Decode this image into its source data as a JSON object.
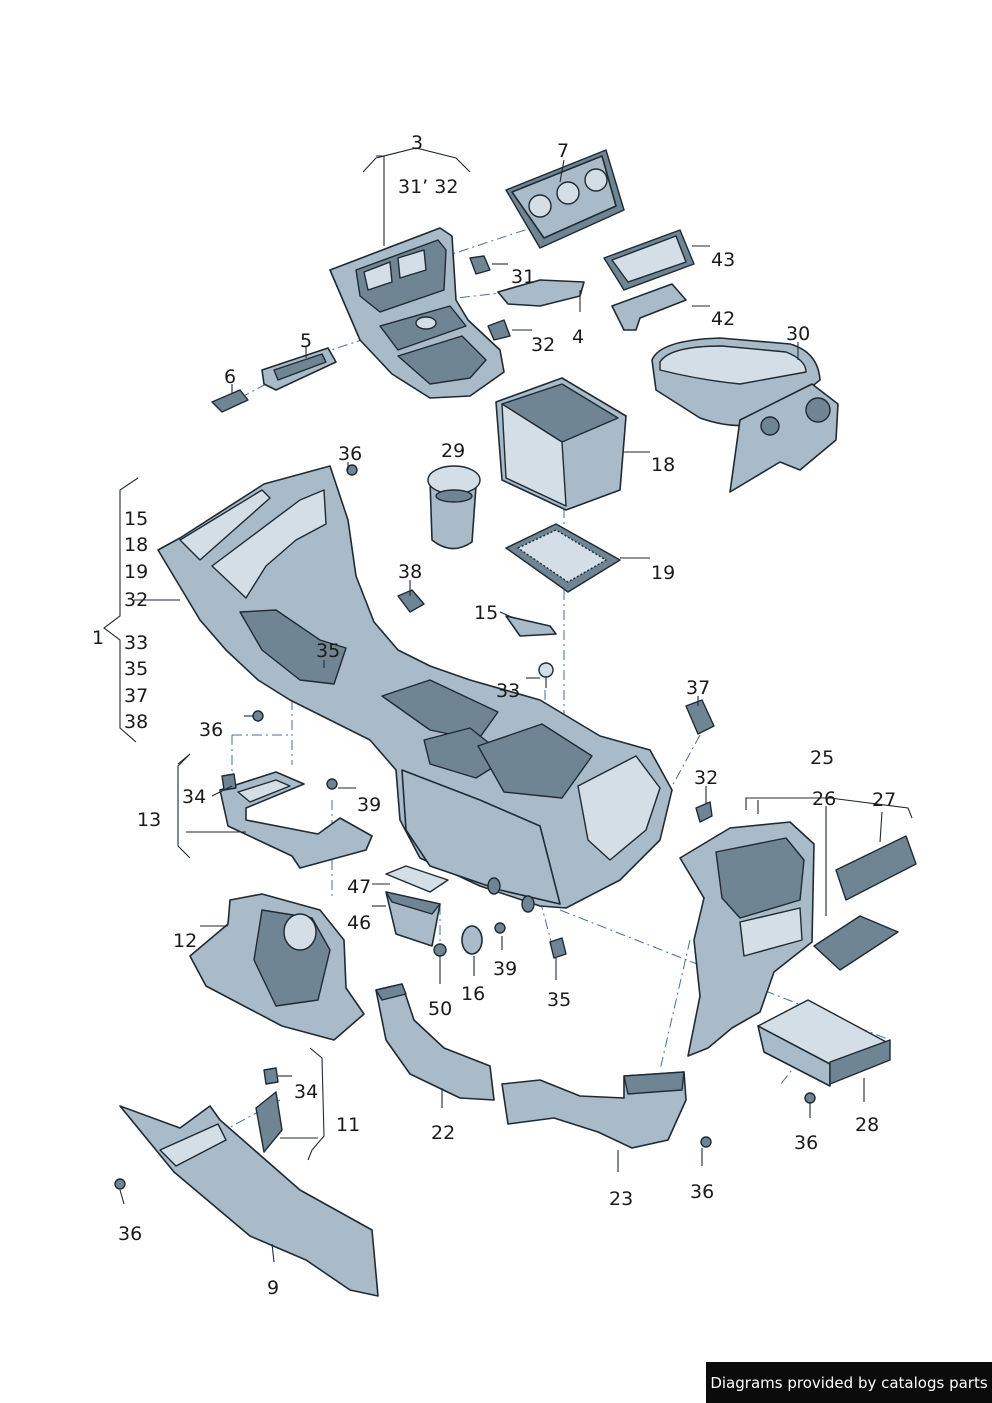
{
  "callouts": {
    "c3": "3",
    "c31_32": "31’ 32",
    "c7": "7",
    "c43": "43",
    "c31": "31",
    "c4": "4",
    "c42": "42",
    "c32a": "32",
    "c30": "30",
    "c5": "5",
    "c6": "6",
    "c36a": "36",
    "c29": "29",
    "c18": "18",
    "c19": "19",
    "c38": "38",
    "c15": "15",
    "c35a": "35",
    "c33": "33",
    "c37": "37",
    "c36b": "36",
    "c25": "25",
    "c26": "26",
    "c27": "27",
    "c32b": "32",
    "c34a": "34",
    "c39a": "39",
    "c13": "13",
    "c47": "47",
    "c46": "46",
    "c12": "12",
    "c39b": "39",
    "c16": "16",
    "c35b": "35",
    "c50": "50",
    "c22": "22",
    "c23": "23",
    "c36c": "36",
    "c28": "28",
    "c36d": "36",
    "c34b": "34",
    "c11": "11",
    "c36e": "36",
    "c9": "9",
    "c1": "1"
  },
  "group1": [
    "15",
    "18",
    "19",
    "32",
    "33",
    "35",
    "37",
    "38"
  ],
  "footer": "Diagrams provided by catalogs parts"
}
